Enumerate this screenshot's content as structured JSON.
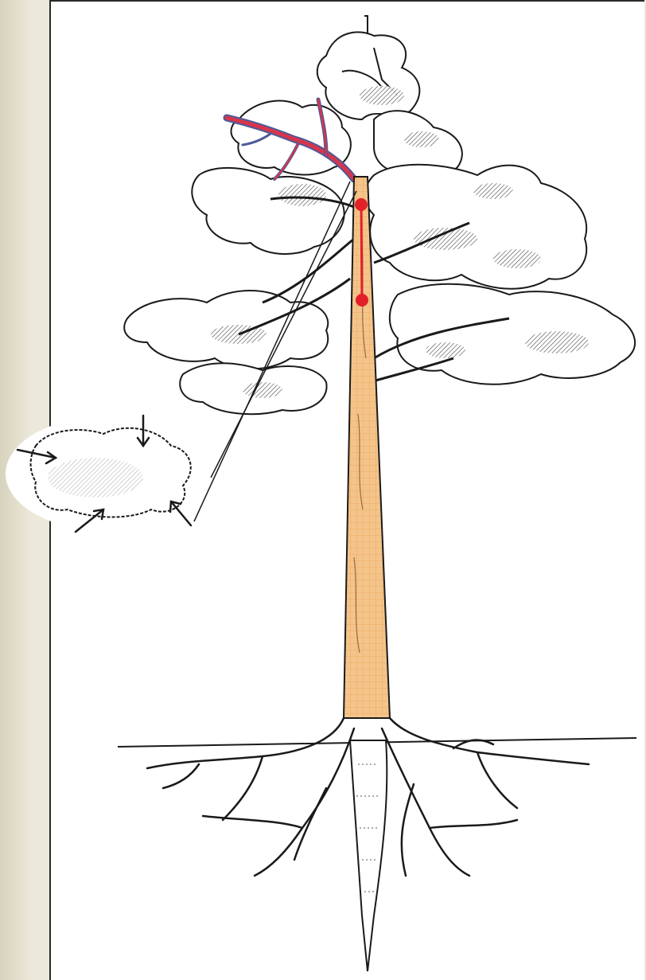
{
  "diagram": {
    "subject": "tree-with-trunk-crown-and-roots",
    "colors": {
      "trunk_fill": "#f4c48a",
      "trunk_grid": "#e9a45a",
      "branch_highlight": "#d9354a",
      "branch_outline": "#4c5a9a",
      "marker": "#e2202a",
      "ink": "#1a1a1a"
    },
    "icons": [
      "tree-crown",
      "trunk",
      "root-system",
      "ground-line",
      "foliage-inset",
      "arrow-icon"
    ]
  }
}
